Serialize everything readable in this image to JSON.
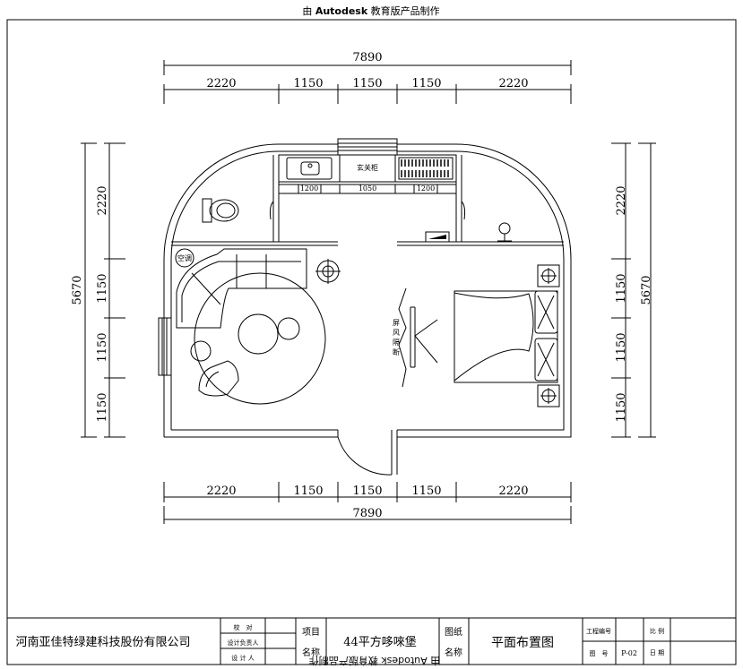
{
  "watermark": {
    "top_brand": "Autodesk",
    "top_prefix": "由",
    "top_suffix": "教育版产品制作",
    "bottom_text": "由 Autodesk 教育版产品制作"
  },
  "dimensions": {
    "top_total": "7890",
    "top_segments": [
      "2220",
      "1150",
      "1150",
      "1150",
      "2220"
    ],
    "bottom_total": "7890",
    "bottom_segments": [
      "2220",
      "1150",
      "1150",
      "1150",
      "2220"
    ],
    "left_total": "5670",
    "left_segments": [
      "2220",
      "1150",
      "1150",
      "1150"
    ],
    "right_total": "5670",
    "right_segments": [
      "2220",
      "1150",
      "1150",
      "1150"
    ]
  },
  "cabinet": {
    "labels": [
      "1200",
      "1050",
      "1200"
    ],
    "middle_label": "玄关柜"
  },
  "labels": {
    "ac": "空调",
    "screen": [
      "屏",
      "风",
      "隔",
      "断"
    ]
  },
  "title_block": {
    "company": "河南亚佳特绿建科技股份有限公司",
    "role_check": "校　对",
    "role_design_lead": "设计负责人",
    "role_design": "设 计 人",
    "project_label_1": "项目",
    "project_label_2": "名称",
    "project_name": "44平方哆唻堡",
    "drawing_label_1": "图纸",
    "drawing_label_2": "名称",
    "drawing_name": "平面布置图",
    "code_label": "工程编号",
    "drawing_no_label": "图　号",
    "drawing_no": "P-02",
    "scale_label": "比 例",
    "date_label": "日 期"
  }
}
